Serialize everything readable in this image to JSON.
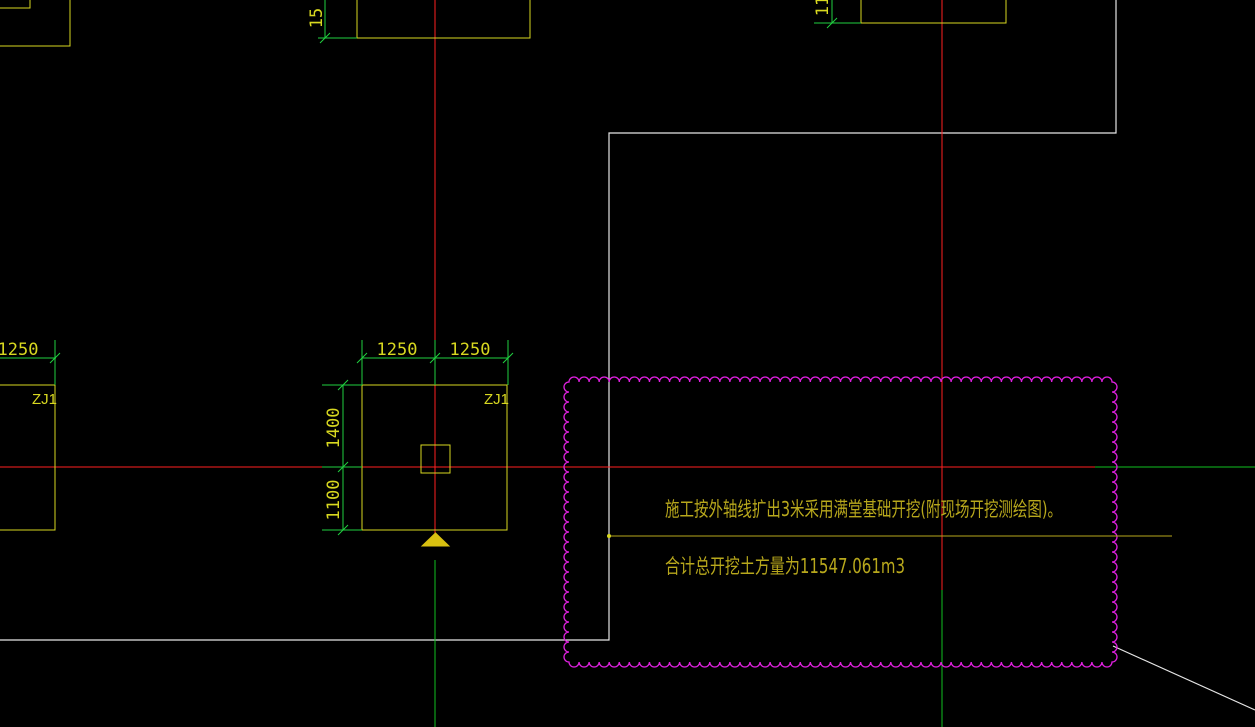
{
  "colors": {
    "background": "#000000",
    "axis_red": "#ff2020",
    "axis_green": "#10c020",
    "footing_yellow": "#d8d820",
    "dimension_green": "#20d040",
    "boundary_white": "#e6e6e6",
    "revision_cloud": "#e020e0",
    "note_text": "#b8a81c"
  },
  "drawing": {
    "top_left_footing": {
      "dim_label": "15"
    },
    "top_right_footing": {
      "dim_label": "11"
    },
    "left_footing": {
      "tag": "ZJ1",
      "dim_label": "1250"
    },
    "center_footing": {
      "tag": "ZJ1",
      "dim_top_left": "1250",
      "dim_top_right": "1250",
      "dim_left_upper": "1400",
      "dim_left_lower": "1100"
    },
    "note": {
      "line1": "施工按外轴线扩出3米采用满堂基础开挖(附现场开挖测绘图)。",
      "line2": "合计总开挖土方量为11547.061m3"
    }
  }
}
